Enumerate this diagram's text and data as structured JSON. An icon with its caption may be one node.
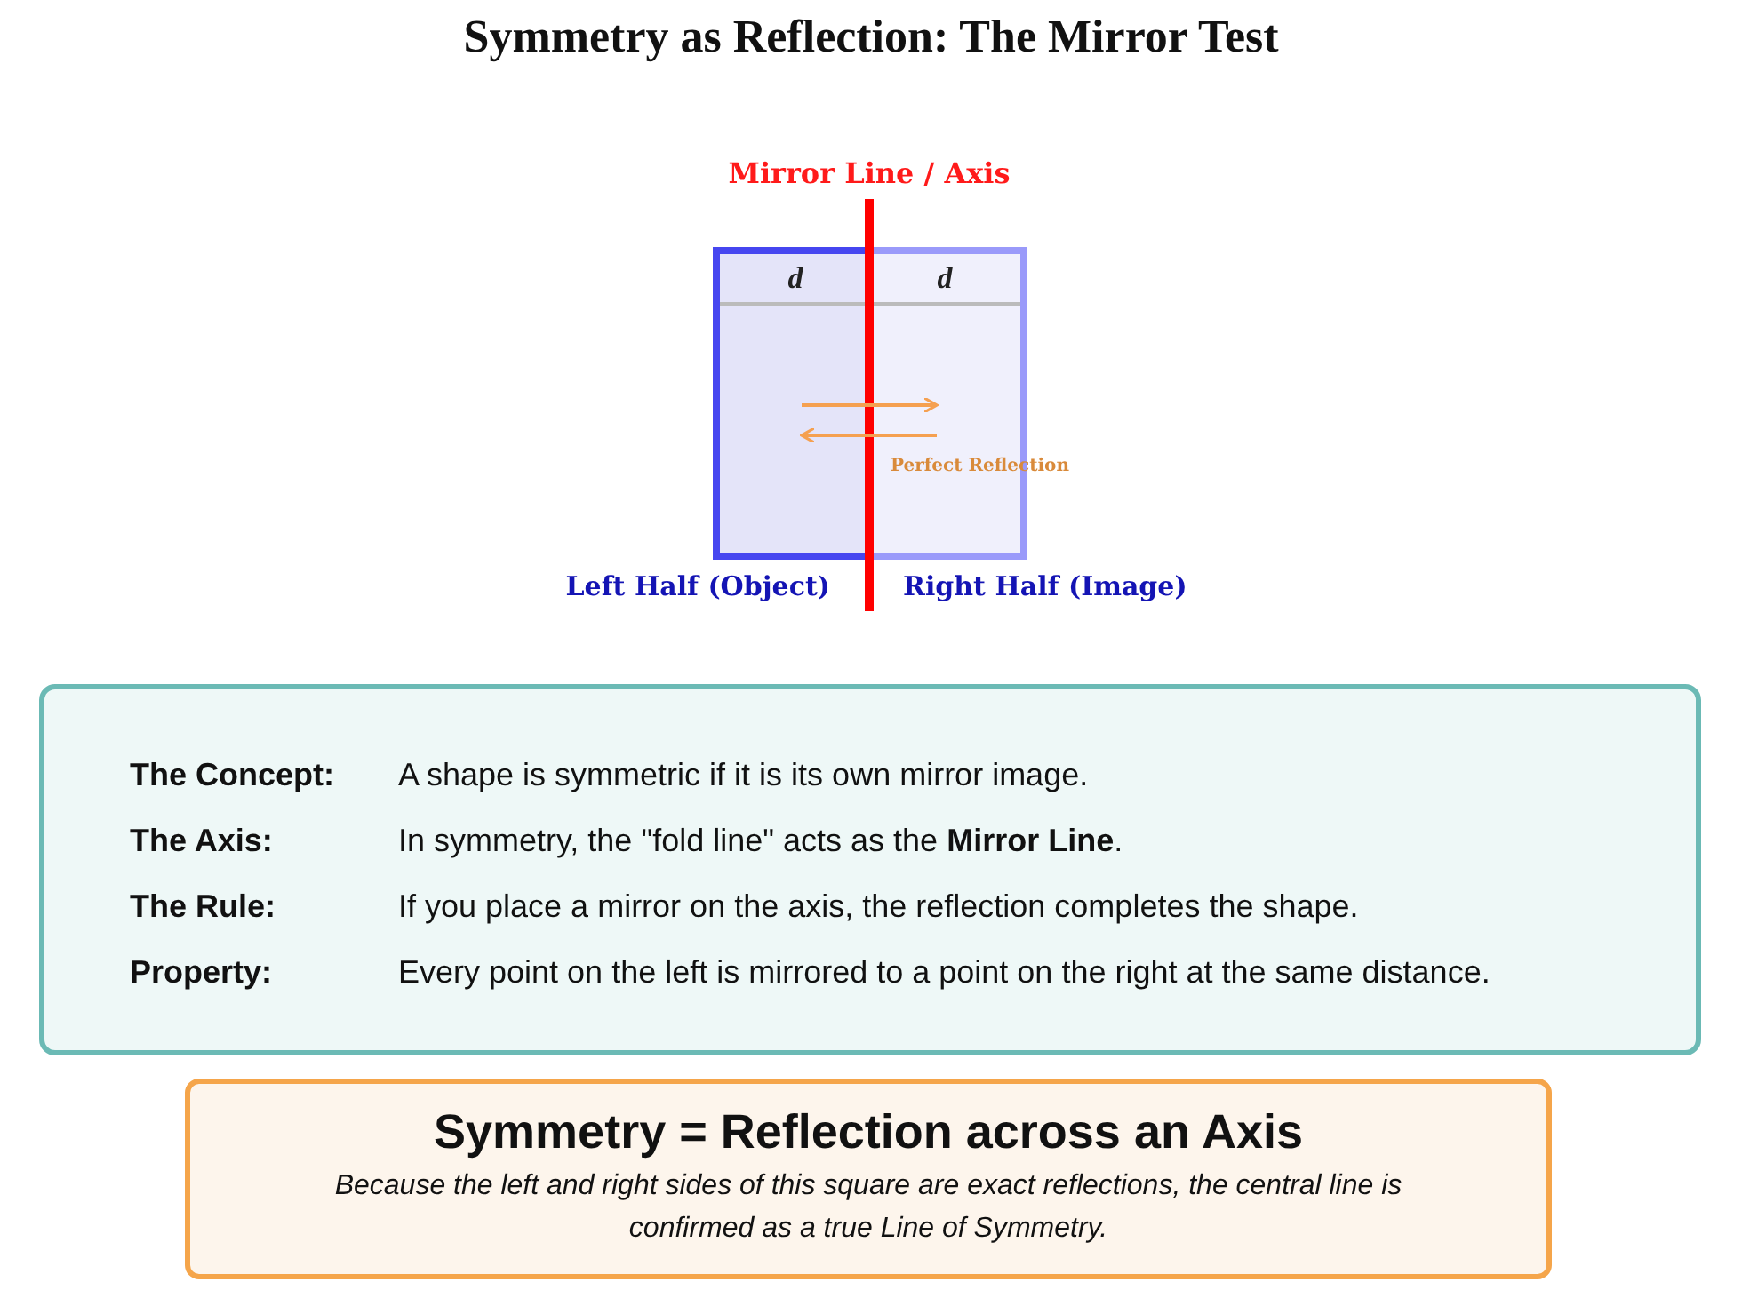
{
  "diagram": {
    "title": "Symmetry as Reflection: The Mirror Test",
    "nodes": [
      {
        "text": [
          "d"
        ],
        "beside": [
          "Left Half (Object)"
        ]
      },
      {
        "text": [
          "d"
        ],
        "beside": [
          "Right Half (Image)"
        ]
      },
      {
        "text": [
          "The Concept:",
          "A shape is symmetric if it is its own mirror image.",
          "The Axis:",
          "In symmetry, the \"fold line\" acts as the **Mirror Line**.",
          "The Rule:",
          "If you place a mirror on the axis, the reflection completes the shape.",
          "Property:",
          "Every point on the left is mirrored to a point on the right at the same distance."
        ]
      },
      {
        "text": [
          "Symmetry = Reflection across an Axis",
          "Because the left and right sides of this square are exact reflections, the central line is confirmed as a true Line of Symmetry."
        ]
      }
    ],
    "edges": [
      {
        "from": 0,
        "to": 1,
        "arrow": "to"
      },
      {
        "from": 1,
        "to": 0,
        "arrow": "to"
      }
    ],
    "labels": [
      "Mirror Line / Axis",
      "Perfect Reflection"
    ]
  }
}
